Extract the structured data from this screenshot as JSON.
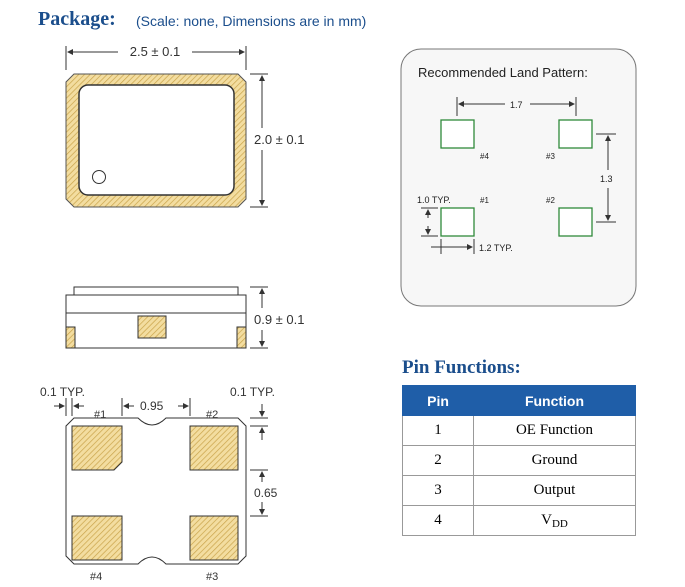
{
  "package": {
    "title": "Package:",
    "note": "(Scale: none, Dimensions are in mm)",
    "dim_width": "2.5 ± 0.1",
    "dim_height": "2.0 ± 0.1",
    "dim_thickness": "0.9 ± 0.1",
    "bottom": {
      "pad_margin_left": "0.1 TYP.",
      "pad_margin_right": "0.1 TYP.",
      "pitch": "0.95",
      "pad_height": "0.65",
      "pin1": "#1",
      "pin2": "#2",
      "pin3": "#3",
      "pin4": "#4"
    }
  },
  "land_pattern": {
    "title": "Recommended Land Pattern:",
    "h_spacing": "1.7",
    "v_spacing": "1.3",
    "pad_size": "1.0 TYP.",
    "pad_width": "1.2 TYP.",
    "pin1": "#1",
    "pin2": "#2",
    "pin3": "#3",
    "pin4": "#4"
  },
  "pin_functions": {
    "title": "Pin Functions:",
    "headers": [
      "Pin",
      "Function"
    ],
    "rows": [
      {
        "pin": "1",
        "function": "OE Function"
      },
      {
        "pin": "2",
        "function": "Ground"
      },
      {
        "pin": "3",
        "function": "Output"
      },
      {
        "pin": "4",
        "function_main": "V",
        "function_sub": "DD"
      }
    ]
  },
  "colors": {
    "title_blue": "#1b4e8c",
    "header_blue": "#1f5ea8",
    "pad_fill": "#e8c878",
    "pad_green": "#2f8a3a"
  }
}
